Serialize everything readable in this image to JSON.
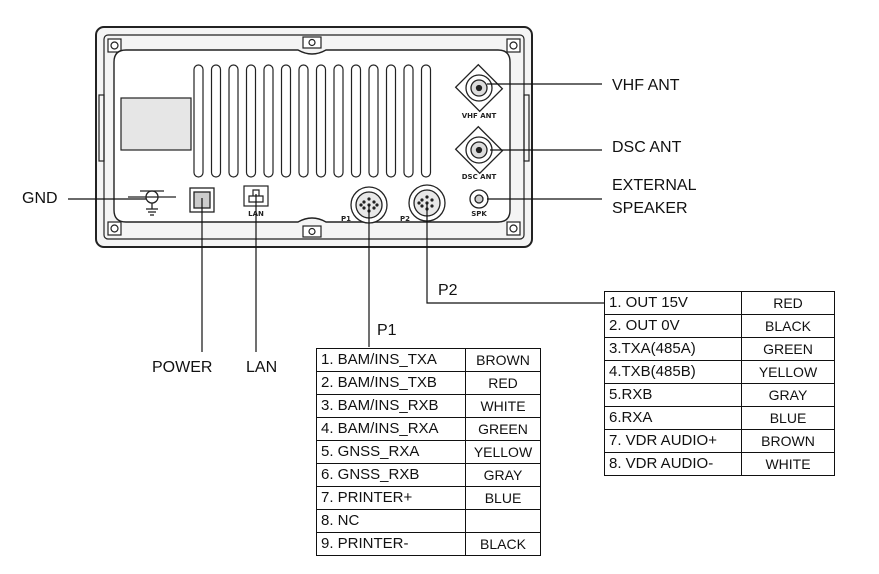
{
  "labels": {
    "vhf_ant": "VHF ANT",
    "dsc_ant": "DSC ANT",
    "external_speaker_line1": "EXTERNAL",
    "external_speaker_line2": "SPEAKER",
    "gnd": "GND",
    "power": "POWER",
    "lan": "LAN",
    "p1": "P1",
    "p2": "P2"
  },
  "panel_text": {
    "vhf_ant": "VHF ANT",
    "dsc_ant": "DSC ANT",
    "lan": "LAN",
    "p1": "P1",
    "p2": "P2",
    "spk": "SPK"
  },
  "p1_table": [
    {
      "pin": "1. BAM/INS_TXA",
      "color": "BROWN"
    },
    {
      "pin": "2. BAM/INS_TXB",
      "color": "RED"
    },
    {
      "pin": "3. BAM/INS_RXB",
      "color": "WHITE"
    },
    {
      "pin": "4. BAM/INS_RXA",
      "color": "GREEN"
    },
    {
      "pin": "5. GNSS_RXA",
      "color": "YELLOW"
    },
    {
      "pin": "6. GNSS_RXB",
      "color": "GRAY"
    },
    {
      "pin": "7. PRINTER+",
      "color": "BLUE"
    },
    {
      "pin": "8. NC",
      "color": ""
    },
    {
      "pin": "9. PRINTER-",
      "color": "BLACK"
    }
  ],
  "p2_table": [
    {
      "pin": "1. OUT 15V",
      "color": "RED"
    },
    {
      "pin": "2. OUT 0V",
      "color": "BLACK"
    },
    {
      "pin": "3.TXA(485A)",
      "color": "GREEN"
    },
    {
      "pin": "4.TXB(485B)",
      "color": "YELLOW"
    },
    {
      "pin": "5.RXB",
      "color": "GRAY"
    },
    {
      "pin": "6.RXA",
      "color": "BLUE"
    },
    {
      "pin": "7. VDR AUDIO+",
      "color": "BROWN"
    },
    {
      "pin": "8. VDR AUDIO-",
      "color": "WHITE"
    }
  ]
}
